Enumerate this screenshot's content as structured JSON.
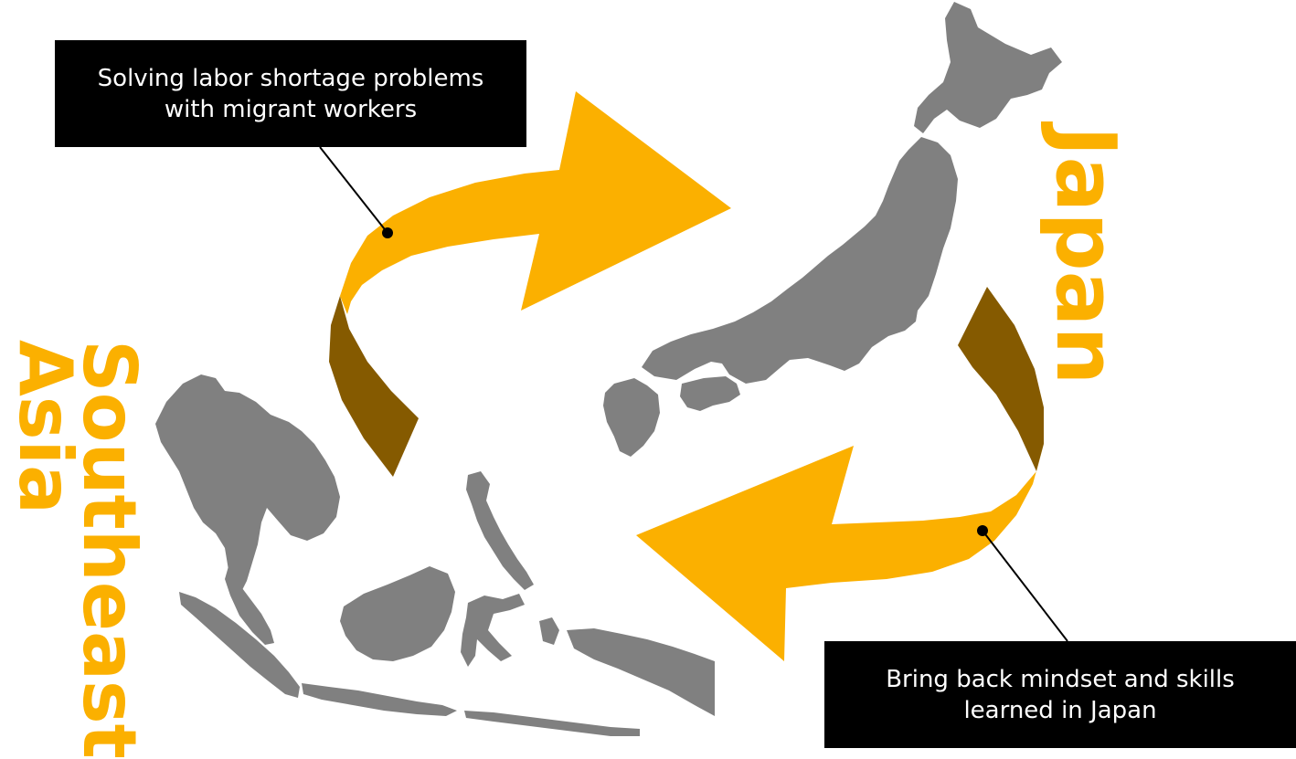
{
  "colors": {
    "accent": "#fbb000",
    "accent_dark": "#855a00",
    "map_gray": "#808080",
    "box_bg": "#000000",
    "box_text": "#ffffff"
  },
  "regions": {
    "japan_label": "Japan",
    "southeast_asia_label_line1": "Southeast",
    "southeast_asia_label_line2": "Asia"
  },
  "callouts": {
    "top_line1": "Solving labor shortage problems",
    "top_line2": "with migrant workers",
    "bottom_line1": "Bring back mindset and skills",
    "bottom_line2": "learned in Japan"
  }
}
